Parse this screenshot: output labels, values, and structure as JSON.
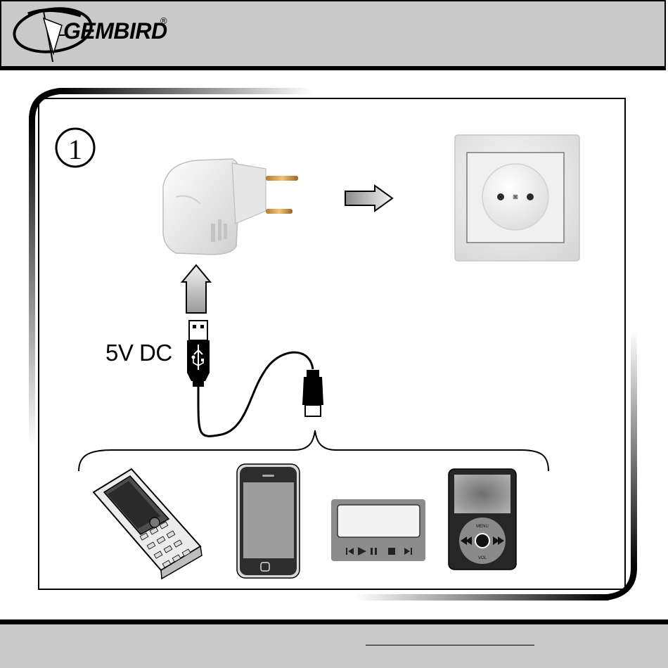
{
  "header": {
    "brand": "GEMBIRD",
    "registered_mark": "®",
    "background": "#c9c9c9"
  },
  "diagram": {
    "step_number": "1",
    "voltage_label": "5V DC",
    "devices": [
      "mobile-phone-icon",
      "smartphone-icon",
      "media-player-icon",
      "ipod-icon"
    ],
    "player_menu_label": "MENU",
    "player_vol_label": "VOL"
  }
}
